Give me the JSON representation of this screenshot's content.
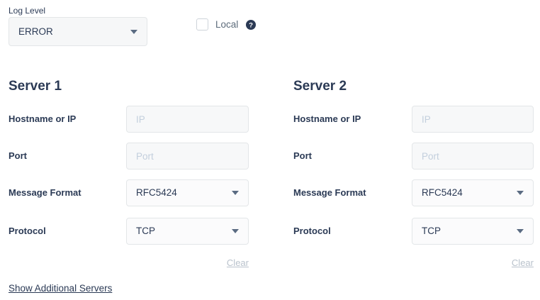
{
  "log_level": {
    "label": "Log Level",
    "value": "ERROR"
  },
  "local": {
    "label": "Local",
    "checked": false,
    "help_icon": "help-circle-icon"
  },
  "servers": [
    {
      "title": "Server 1",
      "hostname_label": "Hostname or IP",
      "hostname_value": "",
      "hostname_placeholder": "IP",
      "port_label": "Port",
      "port_value": "",
      "port_placeholder": "Port",
      "message_format_label": "Message Format",
      "message_format_value": "RFC5424",
      "protocol_label": "Protocol",
      "protocol_value": "TCP",
      "clear_label": "Clear"
    },
    {
      "title": "Server 2",
      "hostname_label": "Hostname or IP",
      "hostname_value": "",
      "hostname_placeholder": "IP",
      "port_label": "Port",
      "port_value": "",
      "port_placeholder": "Port",
      "message_format_label": "Message Format",
      "message_format_value": "RFC5424",
      "protocol_label": "Protocol",
      "protocol_value": "TCP",
      "clear_label": "Clear"
    }
  ],
  "show_additional": {
    "label": "Show Additional Servers"
  },
  "colors": {
    "text_primary": "#2b3a55",
    "text_muted": "#5c6b7a",
    "placeholder": "#c3cfdd",
    "input_bg": "#f7f8f9",
    "border": "#e3e6e8",
    "link_muted": "#b9c2cc",
    "help_icon": "#2b3a55"
  }
}
